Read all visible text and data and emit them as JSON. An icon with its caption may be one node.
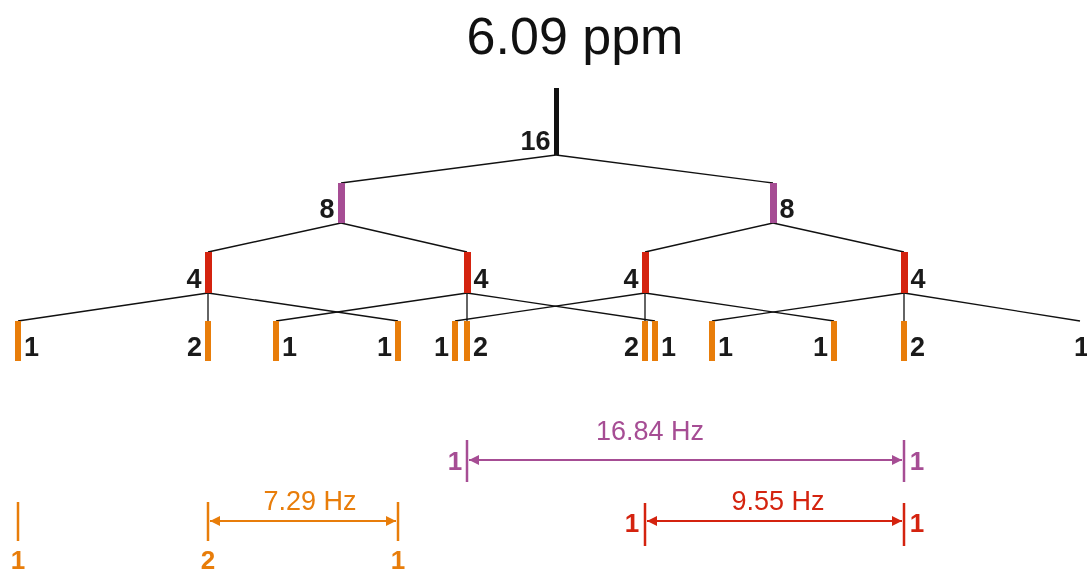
{
  "diagram": {
    "title": "6.09 ppm",
    "nodes": [
      {
        "text": [
          "16"
        ]
      },
      {
        "text": [
          "8"
        ]
      },
      {
        "text": [
          "8"
        ]
      },
      {
        "text": [
          "4"
        ]
      },
      {
        "text": [
          "4"
        ]
      },
      {
        "text": [
          "4"
        ]
      },
      {
        "text": [
          "4"
        ]
      },
      {
        "text": [
          "1"
        ]
      },
      {
        "text": [
          "2"
        ]
      },
      {
        "text": [
          "1"
        ]
      },
      {
        "text": [
          "1"
        ]
      },
      {
        "text": [
          "1"
        ]
      },
      {
        "text": [
          "2"
        ]
      },
      {
        "text": [
          "2"
        ]
      },
      {
        "text": [
          "1"
        ]
      },
      {
        "text": [
          "1"
        ]
      },
      {
        "text": [
          "1"
        ]
      },
      {
        "text": [
          "2"
        ]
      },
      {
        "text": [
          "1"
        ]
      }
    ],
    "edges": [
      {
        "from": 0,
        "to": 1,
        "arrow": "none"
      },
      {
        "from": 0,
        "to": 2,
        "arrow": "none"
      },
      {
        "from": 1,
        "to": 3,
        "arrow": "none"
      },
      {
        "from": 1,
        "to": 4,
        "arrow": "none"
      },
      {
        "from": 2,
        "to": 5,
        "arrow": "none"
      },
      {
        "from": 2,
        "to": 6,
        "arrow": "none"
      },
      {
        "from": 3,
        "to": 7,
        "arrow": "none"
      },
      {
        "from": 3,
        "to": 8,
        "arrow": "none"
      },
      {
        "from": 3,
        "to": 10,
        "arrow": "none"
      },
      {
        "from": 4,
        "to": 9,
        "arrow": "none"
      },
      {
        "from": 4,
        "to": 12,
        "arrow": "none"
      },
      {
        "from": 4,
        "to": 14,
        "arrow": "none"
      },
      {
        "from": 5,
        "to": 11,
        "arrow": "none"
      },
      {
        "from": 5,
        "to": 13,
        "arrow": "none"
      },
      {
        "from": 5,
        "to": 16,
        "arrow": "none"
      },
      {
        "from": 6,
        "to": 15,
        "arrow": "none"
      },
      {
        "from": 6,
        "to": 17,
        "arrow": "none"
      },
      {
        "from": 6,
        "to": 18,
        "arrow": "none"
      }
    ],
    "labels": [
      "16.84 Hz",
      "1",
      "1",
      "7.29 Hz",
      "9.55 Hz",
      "1",
      "1",
      "1",
      "2",
      "1"
    ]
  }
}
